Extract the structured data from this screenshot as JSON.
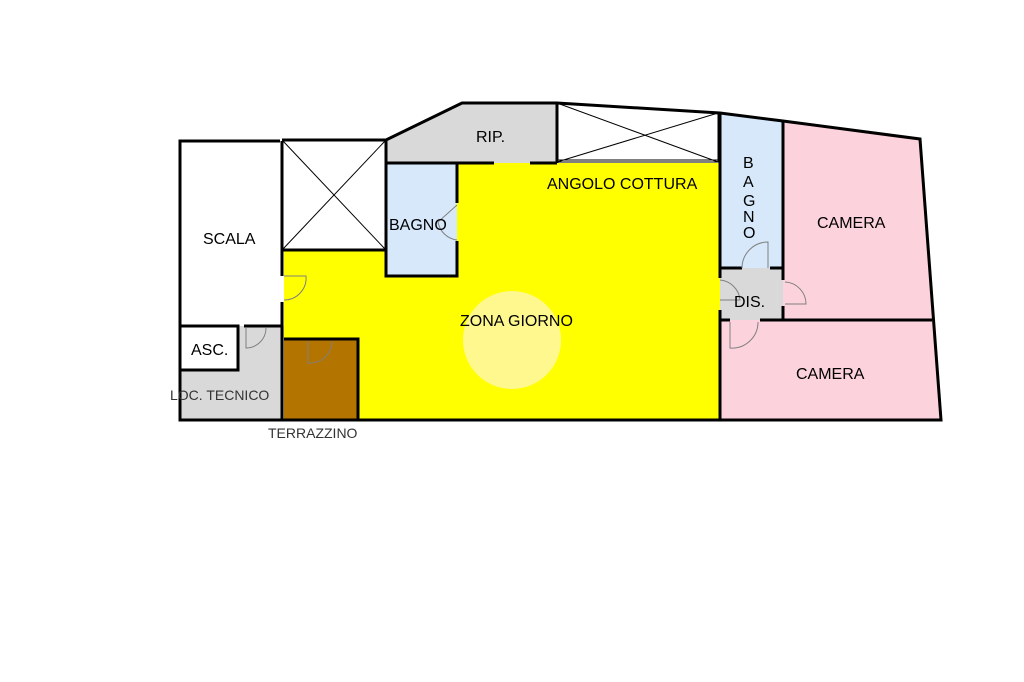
{
  "rooms": {
    "scala": "SCALA",
    "asc": "ASC.",
    "loc_tecnico": "LOC. TECNICO",
    "terrazzino": "TERRAZZINO",
    "bagno_left": "BAGNO",
    "rip": "RIP.",
    "angolo_cottura": "ANGOLO COTTURA",
    "zona_giorno": "ZONA GIORNO",
    "bagno_right": [
      "B",
      "A",
      "G",
      "N",
      "O"
    ],
    "dis": "DIS.",
    "camera_top": "CAMERA",
    "camera_bottom": "CAMERA"
  },
  "colors": {
    "living": "#ffff00",
    "bathroom": "#d6e8fa",
    "bedroom": "#fcd2dc",
    "service": "#d9d9d9",
    "terrace": "#b37400",
    "wall": "#000000",
    "light": "#fff7a8"
  }
}
